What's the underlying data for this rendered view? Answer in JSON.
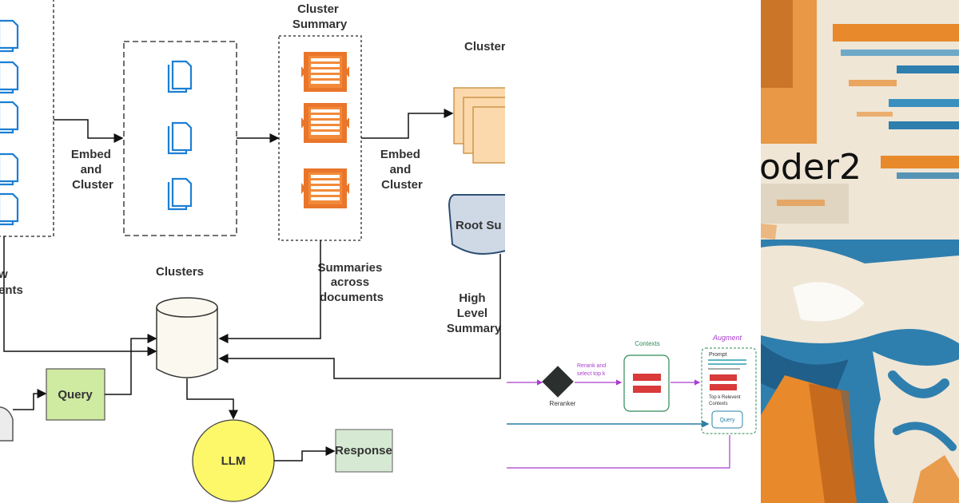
{
  "left_diagram": {
    "embed_cluster_1": [
      "Embed",
      "and",
      "Cluster"
    ],
    "embed_cluster_2": [
      "Embed",
      "and",
      "Cluster"
    ],
    "cluster_summary_title": [
      "Cluster",
      "Summary"
    ],
    "clusters_top_label": "Cluster",
    "root_summary_label": "Root Su",
    "clusters_db_label": "Clusters",
    "summaries_label": [
      "Summaries",
      "across",
      "documents"
    ],
    "high_level_label": [
      "High",
      "Level",
      "Summary"
    ],
    "documents_fragment": [
      "w",
      "ents"
    ],
    "query_label": "Query",
    "llm_label": "LLM",
    "response_label": "Response"
  },
  "right_diagram": {
    "reranker_label": "Reranker",
    "rerank_text": [
      "Rerank and",
      "select top k"
    ],
    "contexts_label": "Contexts",
    "augment_label": "Augment",
    "prompt_label": "Prompt",
    "topk_text": [
      "Top k Relevent",
      "Contexts"
    ],
    "query_label": "Query",
    "colors": {
      "purple": "#a93ccf",
      "teal": "#2a7fa8",
      "green": "#2e8b57",
      "red": "#d93a3a"
    }
  },
  "banner": {
    "title_fragment": "oder2",
    "colors": {
      "orange": "#e8892b",
      "blue": "#2f7fae",
      "cream": "#efe6d6"
    }
  }
}
